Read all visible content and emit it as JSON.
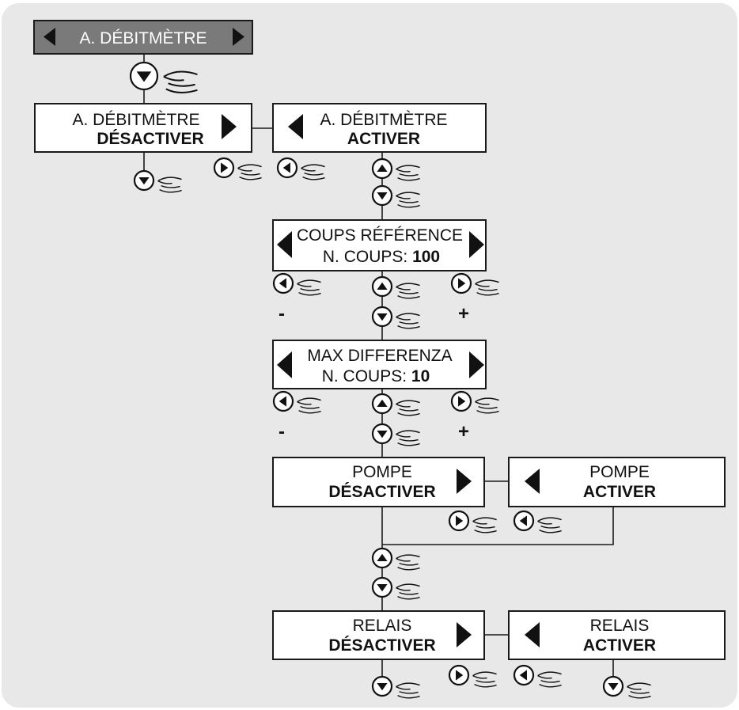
{
  "colors": {
    "panel_background": "#e8e8e8",
    "header_fill": "#7a7a7a",
    "arrow": "#111111"
  },
  "header": {
    "title": "A. DÉBITMÈTRE"
  },
  "boxes": {
    "debitmetre_off": {
      "line1": "A. DÉBITMÈTRE",
      "line2": "DÉSACTIVER"
    },
    "debitmetre_on": {
      "line1": "A. DÉBITMÈTRE",
      "line2": "ACTIVER"
    },
    "coups_reference": {
      "line1": "COUPS RÉFÉRENCE",
      "line2_label": "N. COUPS: ",
      "line2_value": "100"
    },
    "max_differenza": {
      "line1": "MAX DIFFERENZA",
      "line2_label": "N. COUPS: ",
      "line2_value": "10"
    },
    "pompe_off": {
      "line1": "POMPE",
      "line2": "DÉSACTIVER"
    },
    "pompe_on": {
      "line1": "POMPE",
      "line2": "ACTIVER"
    },
    "relais_off": {
      "line1": "RELAIS",
      "line2": "DÉSACTIVER"
    },
    "relais_on": {
      "line1": "RELAIS",
      "line2": "ACTIVER"
    }
  },
  "signs": {
    "minus": "-",
    "plus": "+"
  },
  "icons": {
    "button_down": "down-arrow-button-icon",
    "button_up": "up-arrow-button-icon",
    "button_left": "left-arrow-button-icon",
    "button_right": "right-arrow-button-icon",
    "hand": "pointing-hand-icon"
  }
}
